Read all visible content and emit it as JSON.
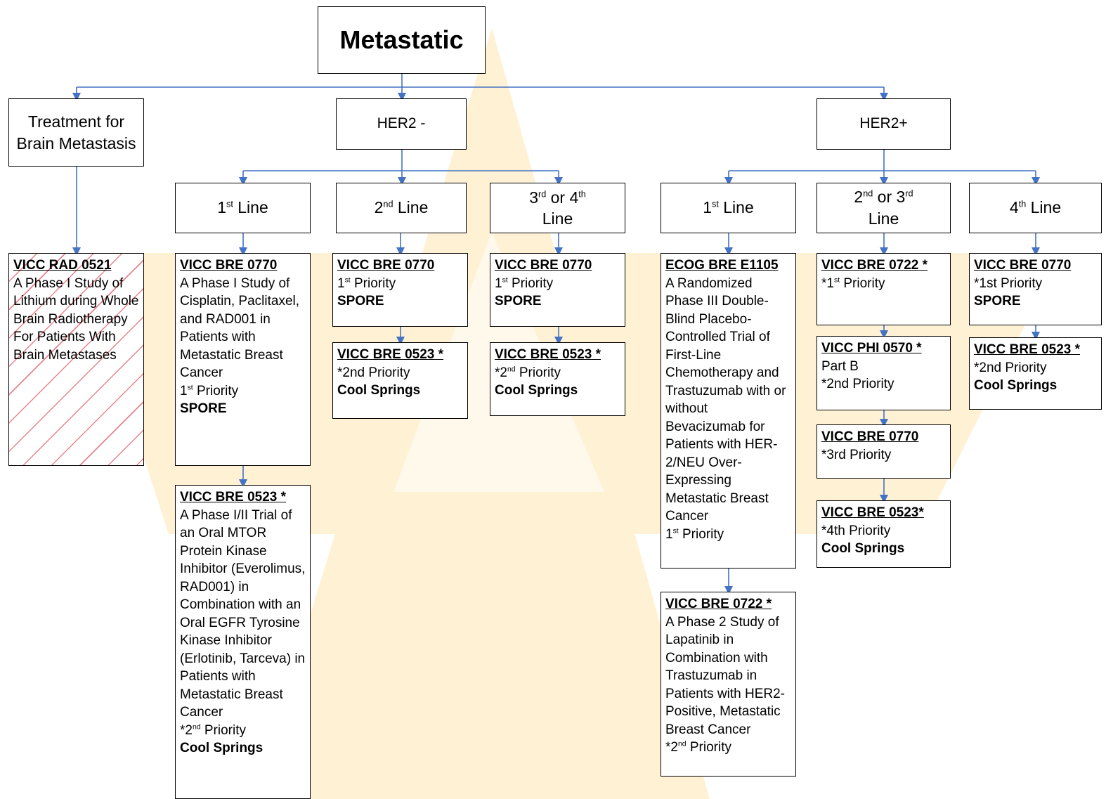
{
  "diagram": {
    "root": "Metastatic",
    "categories": {
      "brain": "Treatment for Brain Metastasis",
      "her2_neg": "HER2 -",
      "her2_pos": "HER2+"
    },
    "lines": {
      "neg_1": {
        "pre": "1",
        "sup": "st",
        "post": " Line"
      },
      "neg_2": {
        "pre": "2",
        "sup": "nd",
        "post": " Line"
      },
      "neg_3": {
        "pre": "3",
        "sup": "rd",
        "mid": " or 4",
        "sup2": "th",
        "post": " Line"
      },
      "pos_1": {
        "pre": "1",
        "sup": "st",
        "post": " Line"
      },
      "pos_2": {
        "pre": "2",
        "sup": "nd",
        "mid": " or 3",
        "sup2": "rd",
        "post": " Line"
      },
      "pos_4": {
        "pre": "4",
        "sup": "th",
        "post": " Line"
      }
    },
    "trials": {
      "rad0521": {
        "id": "VICC RAD 0521",
        "desc": "A Phase I Study of Lithium during Whole Brain Radiotherapy For Patients With Brain Metastases"
      },
      "neg1_a": {
        "id": "VICC BRE 0770",
        "desc": "A Phase I Study of Cisplatin, Paclitaxel, and RAD001 in Patients with Metastatic Breast Cancer",
        "p_pre": "1",
        "p_sup": "st",
        "p_post": " Priority",
        "site": "SPORE"
      },
      "neg1_b": {
        "id": "VICC BRE 0523 *",
        "desc": "A Phase I/II Trial of an Oral MTOR Protein Kinase Inhibitor (Everolimus, RAD001) in Combination with an Oral EGFR Tyrosine Kinase Inhibitor (Erlotinib, Tarceva) in Patients with Metastatic Breast Cancer",
        "p_pre": "*2",
        "p_sup": "nd",
        "p_post": " Priority",
        "site": "Cool Springs"
      },
      "neg2_a": {
        "id": "VICC BRE 0770",
        "p_pre": "1",
        "p_sup": "st",
        "p_post": " Priority",
        "site": "SPORE"
      },
      "neg2_b": {
        "id": "VICC BRE 0523 *",
        "priority": "*2nd Priority",
        "site": "Cool Springs"
      },
      "neg3_a": {
        "id": "VICC BRE 0770",
        "p_pre": "1",
        "p_sup": "st",
        "p_post": " Priority",
        "site": "SPORE"
      },
      "neg3_b": {
        "id": "VICC BRE 0523 *",
        "p_pre": "*2",
        "p_sup": "nd",
        "p_post": " Priority",
        "site": "Cool Springs"
      },
      "pos1_a": {
        "id": "ECOG BRE E1105",
        "desc": "A Randomized Phase III Double-Blind Placebo-Controlled Trial of First-Line Chemotherapy and Trastuzumab with or without Bevacizumab for Patients with HER-2/NEU Over-Expressing Metastatic Breast Cancer",
        "p_pre": "1",
        "p_sup": "st",
        "p_post": " Priority"
      },
      "pos1_b": {
        "id": "VICC BRE 0722 *",
        "desc": "A Phase 2 Study of Lapatinib in Combination with Trastuzumab in Patients with HER2-Positive, Metastatic Breast Cancer",
        "p_pre": "*2",
        "p_sup": "nd",
        "p_post": " Priority"
      },
      "pos2_a": {
        "id": "VICC BRE 0722 *",
        "p_pre": "*1",
        "p_sup": "st",
        "p_post": " Priority"
      },
      "pos2_b": {
        "id": "VICC PHI 0570 *",
        "part": "Part B",
        "priority": "*2nd Priority"
      },
      "pos2_c": {
        "id": "VICC BRE 0770",
        "priority": "*3rd Priority"
      },
      "pos2_d": {
        "id": "VICC BRE 0523*",
        "priority": "*4th Priority",
        "site": "Cool Springs"
      },
      "pos4_a": {
        "id": "VICC BRE 0770",
        "priority": "*1st Priority",
        "site": "SPORE"
      },
      "pos4_b": {
        "id": "VICC BRE 0523 *",
        "priority": "*2nd Priority",
        "site": "Cool Springs"
      }
    }
  },
  "colors": {
    "connector": "#4472C4",
    "hatch": "#E8838C",
    "watermark": "#FFF1D4"
  }
}
